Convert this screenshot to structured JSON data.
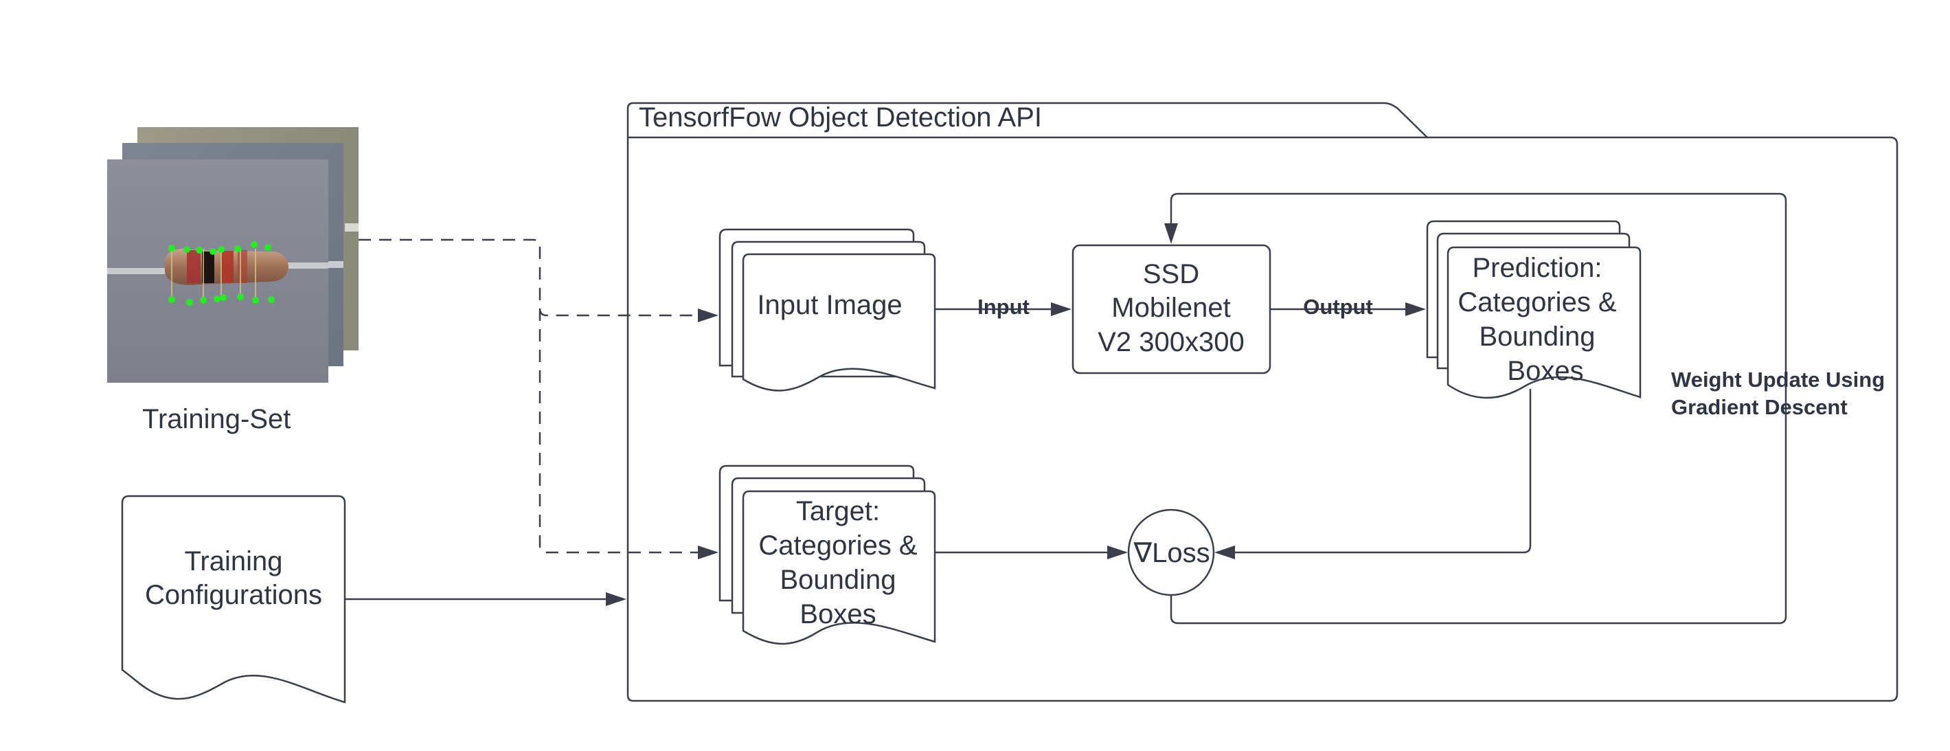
{
  "title": "TensorfFow Object Detection API",
  "training_set": {
    "label": "Training-Set"
  },
  "training_config": {
    "line1": "Training",
    "line2": "Configurations"
  },
  "input_image": {
    "label": "Input Image"
  },
  "model": {
    "line1": "SSD",
    "line2": "Mobilenet",
    "line3": "V2 300x300"
  },
  "prediction": {
    "line1": "Prediction:",
    "line2": "Categories &",
    "line3": "Bounding",
    "line4": "Boxes"
  },
  "target": {
    "line1": "Target:",
    "line2": "Categories &",
    "line3": "Bounding",
    "line4": "Boxes"
  },
  "loss": {
    "label": "∇Loss"
  },
  "edges": {
    "input": "Input",
    "output": "Output"
  },
  "weight_update": {
    "line1": "Weight Update Using",
    "line2": "Gradient Descent"
  },
  "colors": {
    "stroke": "#3a3f4b",
    "text": "#2f3542",
    "keypoint": "#22ee22"
  }
}
